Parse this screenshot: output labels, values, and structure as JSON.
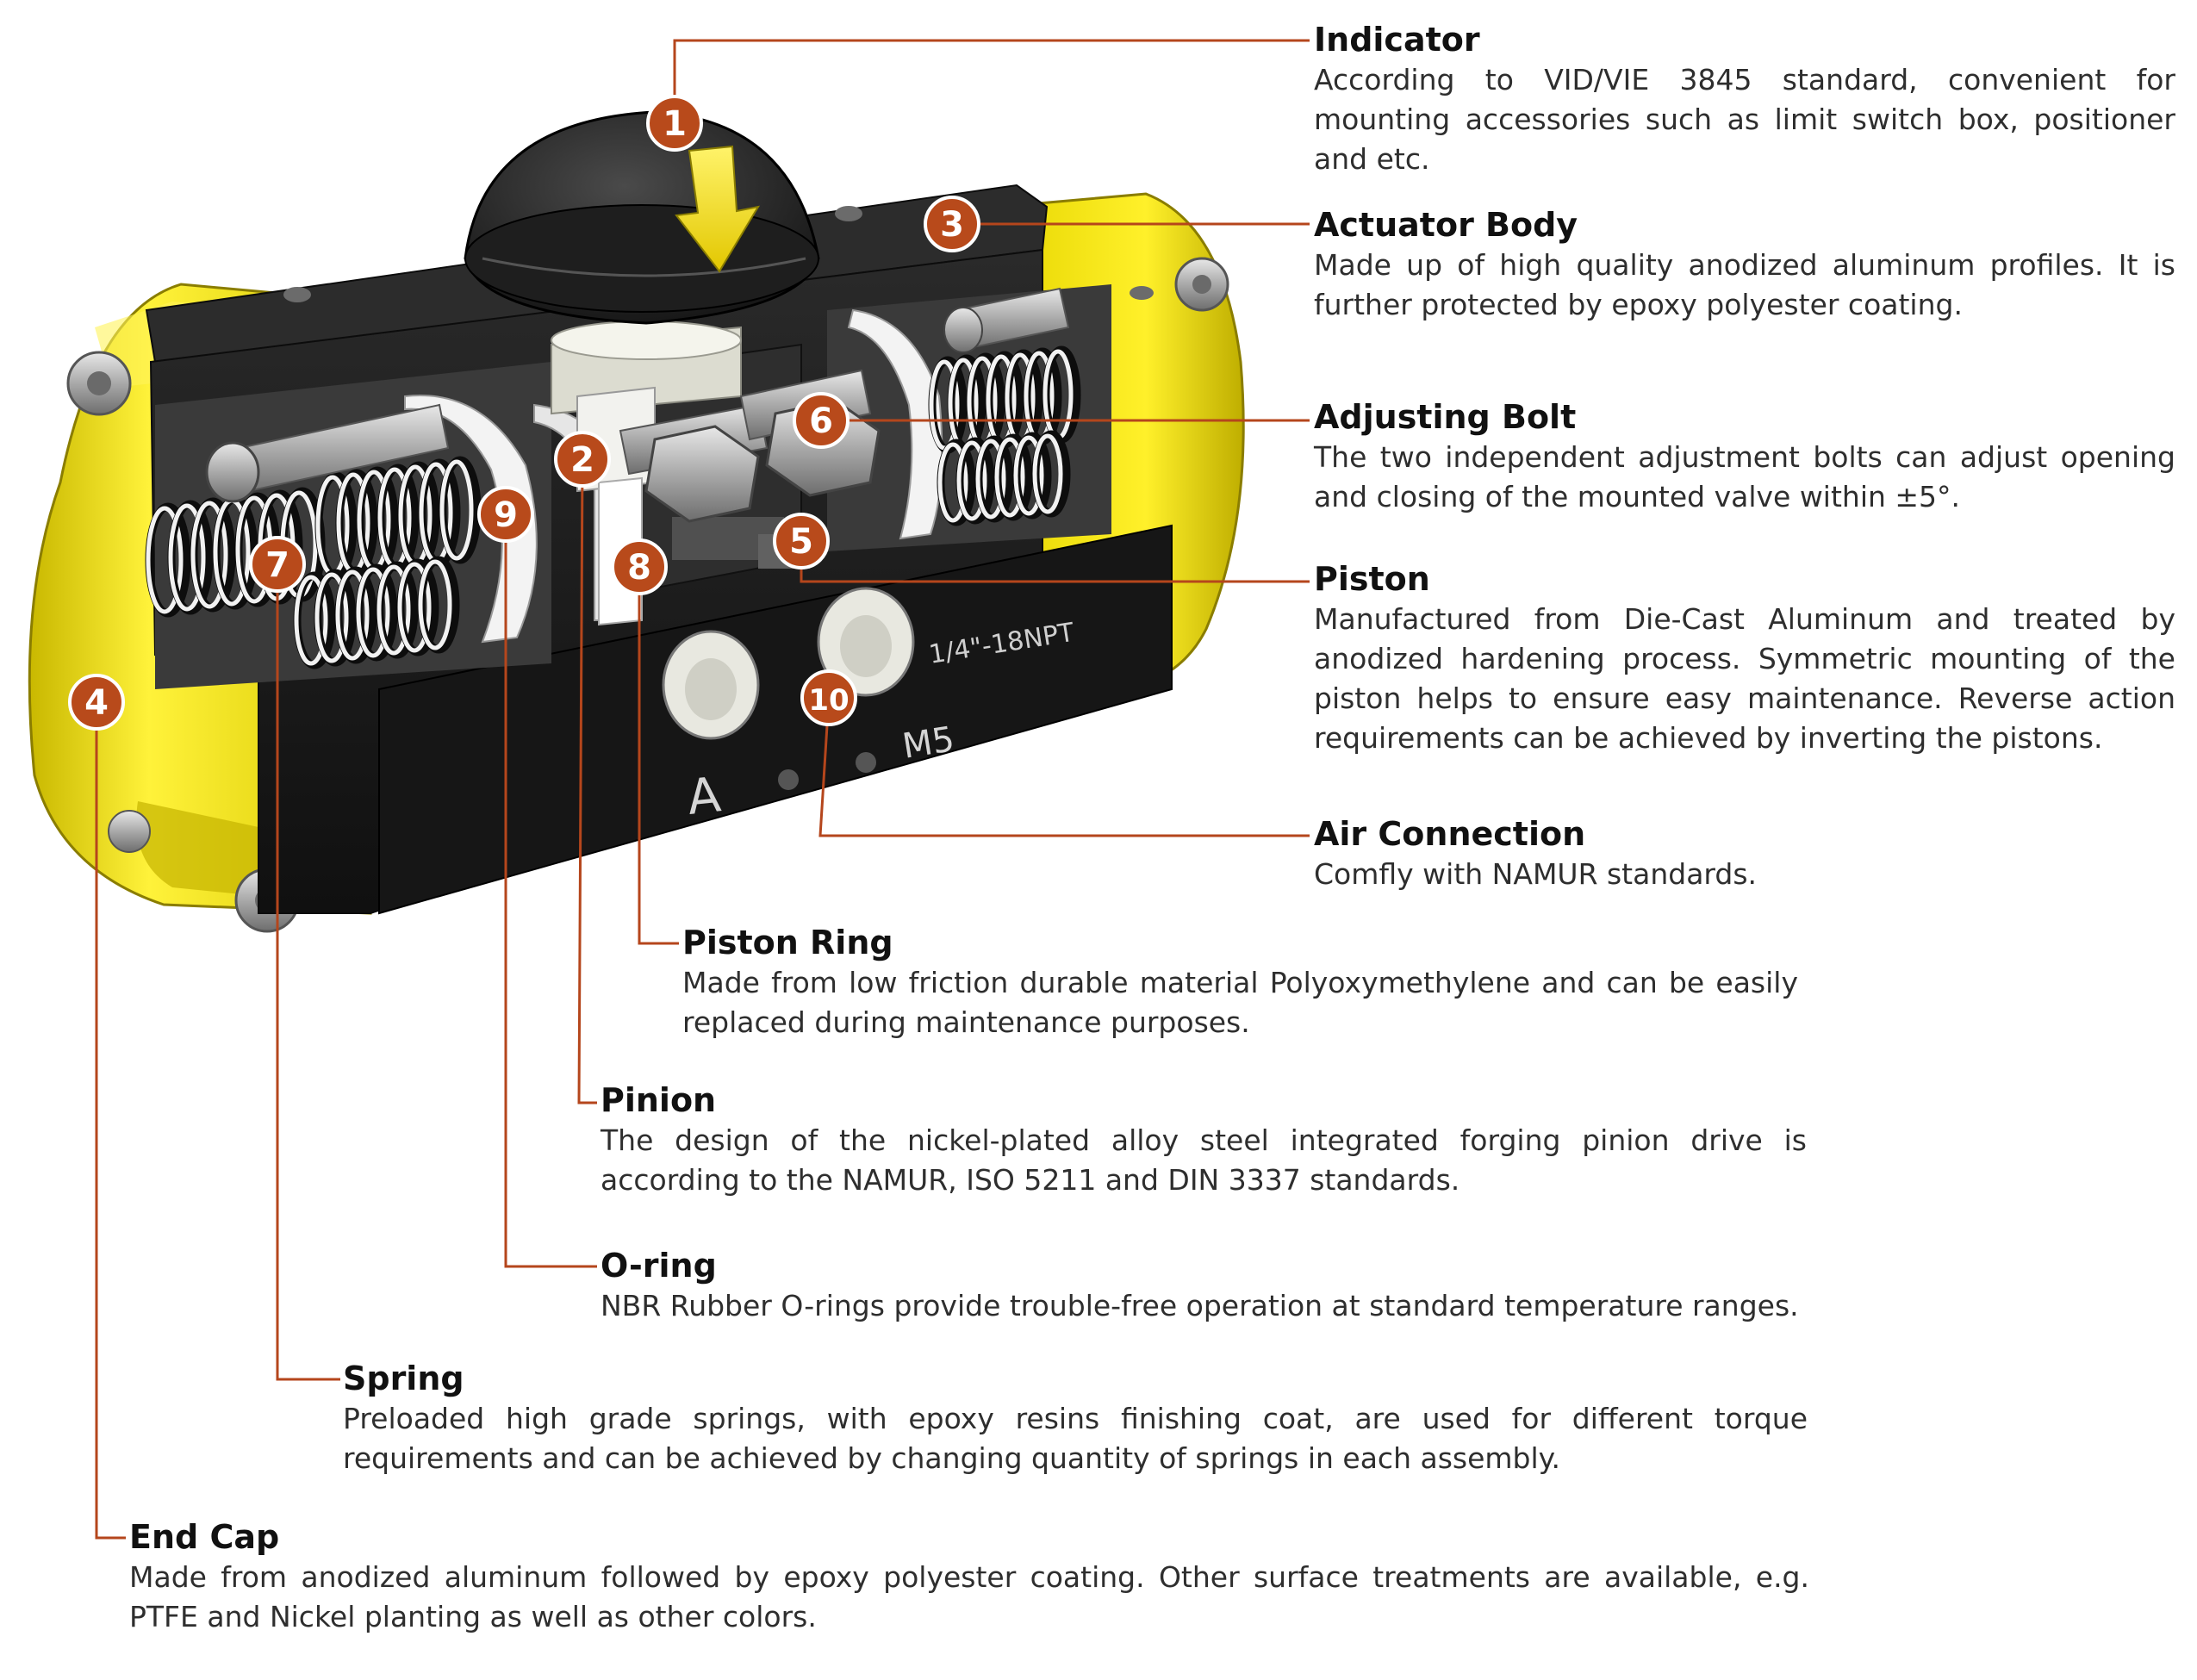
{
  "colors": {
    "badge": "#b84a1b",
    "leader_line": "#b5461c",
    "housing_yellow": "#f2e300",
    "body_black": "#1b1b1b",
    "text": "#2e2e2e"
  },
  "callouts": [
    {
      "number": "1",
      "title": "Indicator",
      "description": "According to VID/VIE 3845 standard, convenient for mounting accessories such as limit switch box, positioner and etc."
    },
    {
      "number": "3",
      "title": "Actuator Body",
      "description": "Made up of high quality anodized aluminum profiles. It is further protected by epoxy polyester coating."
    },
    {
      "number": "6",
      "title": "Adjusting Bolt",
      "description": "The two independent adjustment bolts can adjust opening and closing of the mounted valve within ±5°."
    },
    {
      "number": "5",
      "title": "Piston",
      "description": "Manufactured from Die-Cast Aluminum and treated by anodized hardening process. Symmetric mounting of the piston helps to ensure easy maintenance. Reverse action requirements can be achieved by inverting the pistons."
    },
    {
      "number": "10",
      "title": "Air Connection",
      "description": "Comfly with NAMUR standards."
    },
    {
      "number": "8",
      "title": "Piston Ring",
      "description": "Made from low friction durable material Polyoxymethylene and can be easily replaced during maintenance purposes."
    },
    {
      "number": "2",
      "title": "Pinion",
      "description": "The design of the nickel-plated alloy steel integrated forging pinion drive is according to the NAMUR, ISO 5211 and DIN 3337 standards."
    },
    {
      "number": "9",
      "title": "O-ring",
      "description": "NBR Rubber O-rings provide trouble-free operation at standard temperature ranges."
    },
    {
      "number": "7",
      "title": "Spring",
      "description": "Preloaded high grade springs, with epoxy resins finishing coat, are used for different torque requirements and can be achieved by changing quantity of springs in each assembly."
    },
    {
      "number": "4",
      "title": "End Cap",
      "description": "Made from anodized aluminum followed by epoxy polyester coating. Other surface treatments are available, e.g. PTFE and Nickel planting as well as other colors."
    }
  ],
  "body_markings": {
    "port_thread": "1/4\"-18NPT",
    "port_a": "A",
    "port_m5": "M5"
  }
}
